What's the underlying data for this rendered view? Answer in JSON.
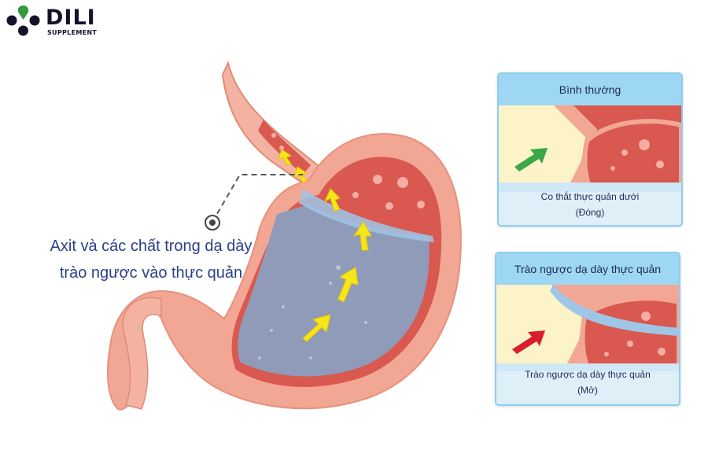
{
  "logo": {
    "name": "DILI",
    "tagline": "SUPPLEMENT"
  },
  "caption": {
    "line1": "Axit và các chất trong dạ dày",
    "line2": "trào ngược vào thực quản"
  },
  "panels": [
    {
      "title": "Bình thường",
      "label_line1": "Co thắt thực quản dưới",
      "label_line2": "(Đóng)",
      "arrow_color": "#3aa845"
    },
    {
      "title": "Trào ngược dạ dày thực quản",
      "label_line1": "Trào ngược dạ dày thực quản",
      "label_line2": "(Mở)",
      "arrow_color": "#d91f2b"
    }
  ],
  "colors": {
    "stomach_wall": "#f2a794",
    "stomach_inner": "#d9584f",
    "stomach_fluid": "#8f9bb8",
    "acid_arrow": "#f7e51b",
    "caption_text": "#2b3f8a",
    "panel_header": "#9ed7f3"
  }
}
